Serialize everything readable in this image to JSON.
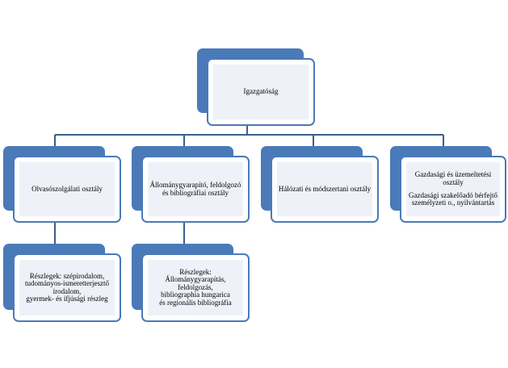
{
  "colors": {
    "back_box": "#4a7ab8",
    "front_border": "#4a7ab8",
    "inner_fill": "#eef2f8",
    "connector": "#3b5f8a"
  },
  "nodes": {
    "root": {
      "label": "Igazgatóság"
    },
    "dept1": {
      "label": "Olvasószolgálati osztály"
    },
    "dept2": {
      "lines": [
        "Állománygyarapító, feldolgozó",
        "és bibliográfiai osztály"
      ]
    },
    "dept3": {
      "label": "Hálózati és módszertani osztály"
    },
    "dept4": {
      "lines": [
        "Gazdasági és üzemeltetési",
        "osztály",
        "",
        "Gazdasági szakelőadó bérfejtő",
        "személyzeti o., nyilvántartás"
      ]
    },
    "sub1": {
      "lines": [
        "Részlegek: szépirodalom,",
        "tudományos-ismeretterjesztő",
        "irodalom,",
        "gyermek- és ifjúsági részleg"
      ]
    },
    "sub2": {
      "lines": [
        "Részlegek:",
        "Állománygyarapítás,",
        "feldolgozás,",
        "bibliographia hungarica",
        "és regionális bibliográfia"
      ]
    }
  }
}
